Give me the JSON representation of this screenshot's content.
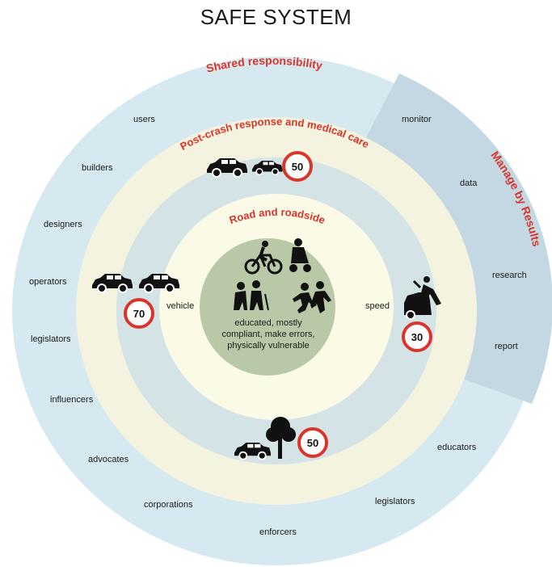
{
  "title": "SAFE SYSTEM",
  "arc_labels": {
    "shared": "Shared responsibility",
    "postcrash": "Post-crash response and medical care",
    "road": "Road and roadside",
    "manage": "Manage by Results"
  },
  "outer_left": [
    "users",
    "builders",
    "designers",
    "operators",
    "legislators",
    "influencers",
    "advocates",
    "corporations",
    "enforcers"
  ],
  "outer_right_bottom": [
    "legislators",
    "educators"
  ],
  "manage_items": [
    "monitor",
    "data",
    "research",
    "report"
  ],
  "inner_labels": {
    "vehicle": "vehicle",
    "speed": "speed"
  },
  "core_text": [
    "educated, mostly",
    "compliant, make errors,",
    "physically vulnerable"
  ],
  "speed_signs": {
    "top": "50",
    "left": "70",
    "right": "30",
    "bottom": "50"
  },
  "colors": {
    "outer": "#d6e9f0",
    "manage": "#c3d8e3",
    "postcrash": "#f3f3df",
    "vehicle_speed": "#d3e3e6",
    "road": "#fafae6",
    "core": "#b9c9a8",
    "accent": "#d9352b"
  },
  "icons": [
    "car-icon",
    "bicycle-icon",
    "scooter-icon",
    "elderly-couple-icon",
    "running-people-icon",
    "crash-icon",
    "tree-icon",
    "speed-sign-icon"
  ]
}
